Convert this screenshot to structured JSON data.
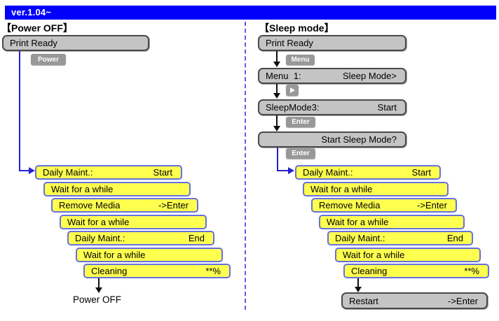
{
  "header": {
    "version": "ver.1.04~"
  },
  "left": {
    "heading": "【Power OFF】",
    "display": "Print Ready",
    "button": "Power",
    "cascade": [
      {
        "l": "Daily Maint.:",
        "r": "Start"
      },
      {
        "l": "Wait for a while",
        "r": ""
      },
      {
        "l": "Remove Media",
        "r": "->Enter"
      },
      {
        "l": "Wait for a while",
        "r": ""
      },
      {
        "l": "Daily Maint.:",
        "r": "End"
      },
      {
        "l": "Wait for a while",
        "r": ""
      },
      {
        "l": "Cleaning",
        "r": "**%"
      }
    ],
    "end_label": "Power OFF"
  },
  "right": {
    "heading": "【Sleep mode】",
    "steps": [
      {
        "l": "Print Ready",
        "r": "",
        "button": "Menu"
      },
      {
        "l": "Menu  1:",
        "r": "Sleep Mode>",
        "button": "▶",
        "button_icon": "right-triangle"
      },
      {
        "l": "SleepMode3:",
        "r": "Start",
        "button": "Enter"
      },
      {
        "l": "",
        "r": "Start Sleep Mode?",
        "button": "Enter"
      }
    ],
    "cascade": [
      {
        "l": "Daily Maint.:",
        "r": "Start"
      },
      {
        "l": "Wait for a while",
        "r": ""
      },
      {
        "l": "Remove Media",
        "r": "->Enter"
      },
      {
        "l": "Wait for a while",
        "r": ""
      },
      {
        "l": "Daily Maint.:",
        "r": "End"
      },
      {
        "l": "Wait for a while",
        "r": ""
      },
      {
        "l": "Cleaning",
        "r": "**%"
      }
    ],
    "end_box": {
      "l": "Restart",
      "r": "->Enter"
    }
  },
  "colors": {
    "header_bar": "#0000FB",
    "lcd_gray": "#C4C4C4",
    "lcd_yellow": "#FFFF4F",
    "yellow_border": "#6670E0",
    "connector_blue": "#2222CC",
    "separator_blue": "#5B5BE8",
    "button_gray": "#989898"
  }
}
